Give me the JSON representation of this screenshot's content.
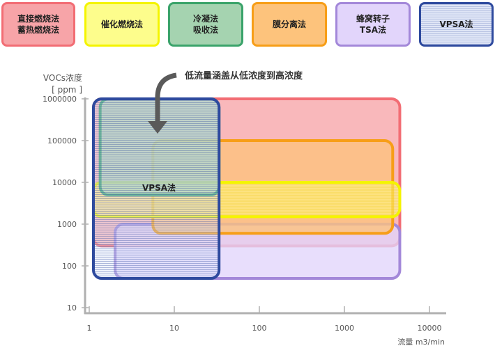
{
  "legend": [
    {
      "label": "直接燃烧法\n蓄热燃烧法"
    },
    {
      "label": "催化燃烧法"
    },
    {
      "label": "冷凝法\n吸收法"
    },
    {
      "label": "膜分离法"
    },
    {
      "label": "蜂窝转子\nTSA法"
    },
    {
      "label": "VPSA法"
    }
  ],
  "chart_data": {
    "type": "area",
    "title": "",
    "ylabel_line1": "VOCs浓度",
    "ylabel_line2": "[ ppm ]",
    "xlabel": "流量 m3/min",
    "x_scale": "log",
    "y_scale": "log",
    "xlim": [
      1,
      10000
    ],
    "ylim": [
      10,
      1000000
    ],
    "x_ticks": [
      "1",
      "10",
      "100",
      "1000",
      "10000"
    ],
    "y_ticks": [
      "1000000",
      "100000",
      "10000",
      "1000",
      "100",
      "10"
    ],
    "annotation": "低流量涵盖从低浓度到高浓度",
    "inner_label": "VPSA法",
    "series": [
      {
        "name": "直接燃烧法 蓄热燃烧法",
        "x_range": [
          1,
          4000
        ],
        "y_range": [
          300,
          1000000
        ],
        "fill": "#f7a4a8",
        "stroke": "#f26d74"
      },
      {
        "name": "蜂窝转子 TSA法",
        "x_range": [
          1.8,
          4000
        ],
        "y_range": [
          50,
          1000
        ],
        "fill": "#e2d5fb",
        "stroke": "#a388d9"
      },
      {
        "name": "膜分离法",
        "x_range": [
          5,
          3300
        ],
        "y_range": [
          600,
          100000
        ],
        "fill": "#fdc37c",
        "stroke": "#f79e17"
      },
      {
        "name": "催化燃烧法",
        "x_range": [
          1,
          4000
        ],
        "y_range": [
          1500,
          10000
        ],
        "fill": "#fdfd8c",
        "stroke": "#f4f400"
      },
      {
        "name": "冷凝法 吸收法",
        "x_range": [
          1.2,
          30
        ],
        "y_range": [
          5000,
          1000000
        ],
        "fill": "#a5d3b0",
        "stroke": "#3aa36a"
      },
      {
        "name": "VPSA法",
        "x_range": [
          1,
          30
        ],
        "y_range": [
          50,
          1000000
        ],
        "fill": "#dfe5f6",
        "stroke": "#2e4a9e"
      }
    ]
  }
}
